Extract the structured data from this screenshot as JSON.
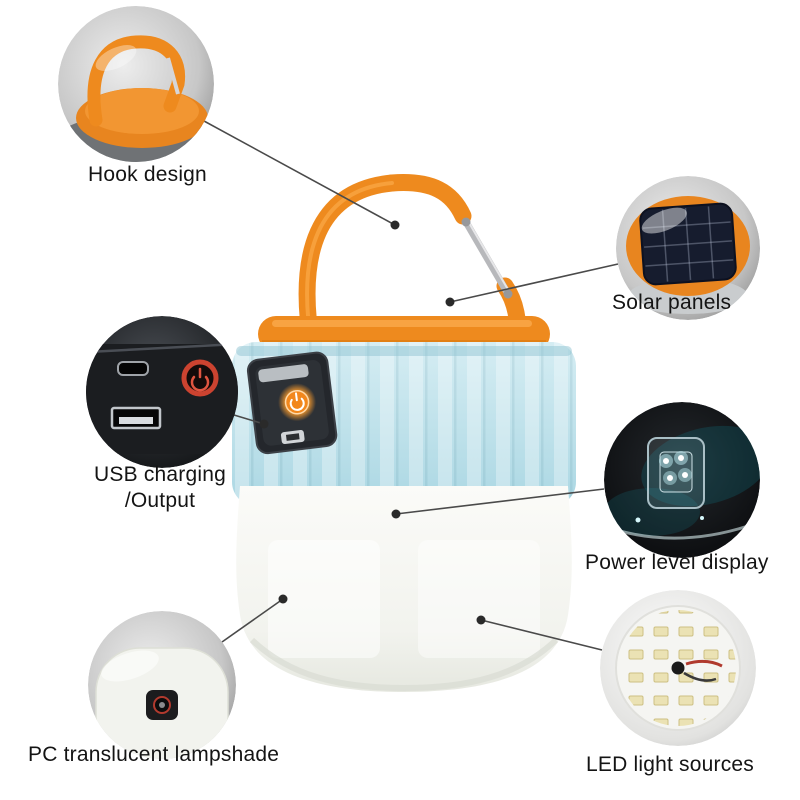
{
  "canvas": {
    "background": "#ffffff"
  },
  "callouts": {
    "hook": {
      "label": "Hook design"
    },
    "solar": {
      "label": "Solar panels"
    },
    "usb": {
      "line1": "USB charging",
      "line2": "/Output"
    },
    "power": {
      "label": "Power level display"
    },
    "shade": {
      "label": "PC translucent lampshade"
    },
    "led": {
      "label": "LED light sources"
    }
  },
  "colors": {
    "accent_orange": "#ee8a1e",
    "body_blue": "#bfe1ea",
    "lampshade_white": "#f4f5f0",
    "connector_line": "#4a4a4a",
    "label_text": "#141414"
  }
}
